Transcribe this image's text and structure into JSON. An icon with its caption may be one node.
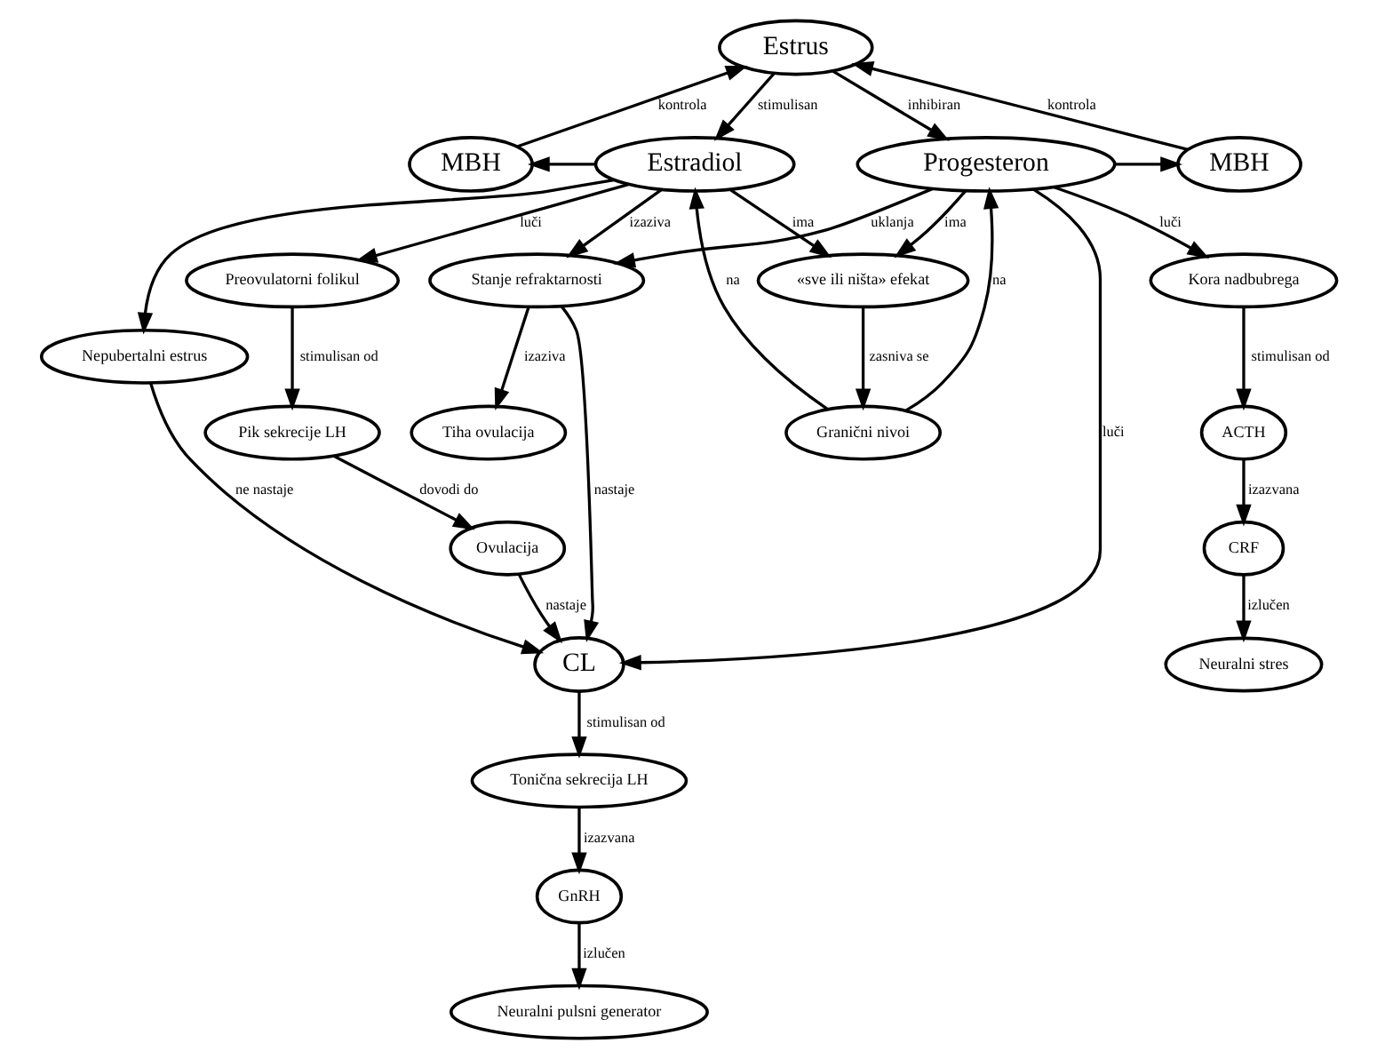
{
  "diagram": {
    "nodes": [
      {
        "text": [
          "Estrus"
        ]
      },
      {
        "text": [
          "MBH"
        ]
      },
      {
        "text": [
          "Estradiol"
        ]
      },
      {
        "text": [
          "Progesteron"
        ]
      },
      {
        "text": [
          "MBH"
        ]
      },
      {
        "text": [
          "«sve ili ništa» efekat"
        ]
      },
      {
        "text": [
          "Preovulatorni folikul"
        ]
      },
      {
        "text": [
          "CL"
        ]
      },
      {
        "text": [
          "Kora nadbubrega"
        ]
      },
      {
        "text": [
          "Granični nivoi"
        ]
      },
      {
        "text": [
          "Pik sekrecije LH"
        ]
      },
      {
        "text": [
          "Tonična sekrecija LH"
        ]
      },
      {
        "text": [
          "ACTH"
        ]
      },
      {
        "text": [
          "Ovulacija"
        ]
      },
      {
        "text": [
          "GnRH"
        ]
      },
      {
        "text": [
          "CRF"
        ]
      },
      {
        "text": [
          "Stanje refraktarnosti"
        ]
      },
      {
        "text": [
          "Nepubertalni estrus"
        ]
      },
      {
        "text": [
          "Neuralni pulsni generator"
        ]
      },
      {
        "text": [
          "Neuralni stres"
        ]
      },
      {
        "text": [
          "Tiha ovulacija"
        ]
      }
    ],
    "edges": [
      {
        "from": 1,
        "to": 0,
        "arrow": "to",
        "label": "kontrola"
      },
      {
        "from": 4,
        "to": 0,
        "arrow": "to",
        "label": "kontrola"
      },
      {
        "from": 0,
        "to": 2,
        "arrow": "to",
        "label": "stimulisan"
      },
      {
        "from": 0,
        "to": 3,
        "arrow": "to",
        "label": "inhibiran"
      },
      {
        "from": 2,
        "to": 1,
        "arrow": "to"
      },
      {
        "from": 3,
        "to": 4,
        "arrow": "to"
      },
      {
        "from": 2,
        "to": 5,
        "arrow": "to",
        "label": "ima"
      },
      {
        "from": 3,
        "to": 5,
        "arrow": "to",
        "label": "ima"
      },
      {
        "from": 2,
        "to": 6,
        "arrow": "to",
        "label": "luči"
      },
      {
        "from": 5,
        "to": 9,
        "arrow": "to",
        "label": "zasniva se"
      },
      {
        "from": 9,
        "to": 2,
        "arrow": "to",
        "label": "na"
      },
      {
        "from": 9,
        "to": 3,
        "arrow": "to",
        "label": "na"
      },
      {
        "from": 3,
        "to": 7,
        "arrow": "to",
        "label": "luči"
      },
      {
        "from": 3,
        "to": 8,
        "arrow": "to",
        "label": "luči"
      },
      {
        "from": 6,
        "to": 10,
        "arrow": "to",
        "label": "stimulisan od"
      },
      {
        "from": 7,
        "to": 11,
        "arrow": "to",
        "label": "stimulisan od"
      },
      {
        "from": 8,
        "to": 12,
        "arrow": "to",
        "label": "stimulisan od"
      },
      {
        "from": 10,
        "to": 13,
        "arrow": "to",
        "label": "dovodi do"
      },
      {
        "from": 13,
        "to": 7,
        "arrow": "to",
        "label": "nastaje"
      },
      {
        "from": 16,
        "to": 7,
        "arrow": "to",
        "label": "nastaje"
      },
      {
        "from": 17,
        "to": 7,
        "arrow": "to",
        "label": "ne nastaje"
      },
      {
        "from": 11,
        "to": 14,
        "arrow": "to",
        "label": "izazvana"
      },
      {
        "from": 12,
        "to": 15,
        "arrow": "to",
        "label": "izazvana"
      },
      {
        "from": 14,
        "to": 18,
        "arrow": "to",
        "label": "izlučen"
      },
      {
        "from": 15,
        "to": 19,
        "arrow": "to",
        "label": "izlučen"
      },
      {
        "from": 2,
        "to": 16,
        "arrow": "to",
        "label": "izaziva"
      },
      {
        "from": 2,
        "to": 17,
        "arrow": "to"
      },
      {
        "from": 16,
        "to": 20,
        "arrow": "to",
        "label": "izaziva"
      },
      {
        "from": 3,
        "to": 16,
        "arrow": "to",
        "label": "uklanja"
      }
    ]
  }
}
